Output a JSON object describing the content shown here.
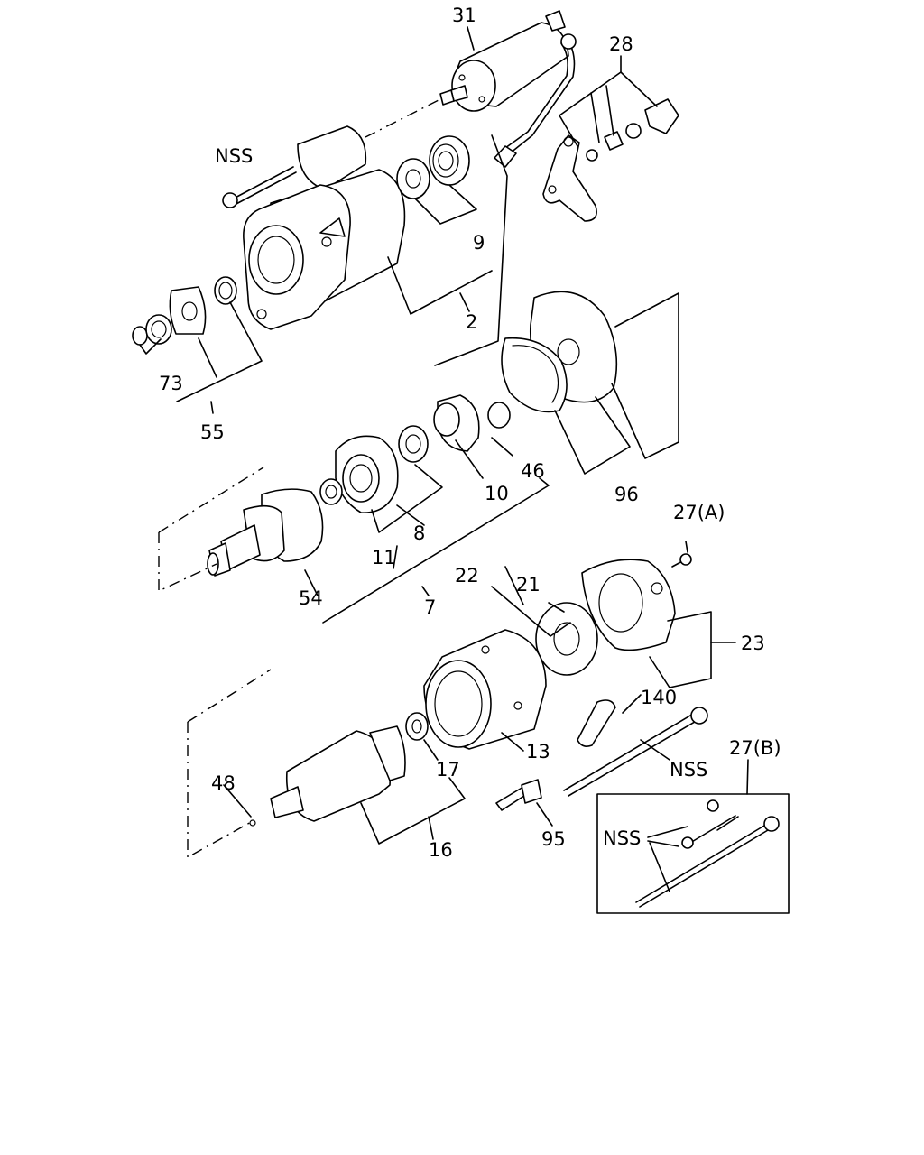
{
  "labels": {
    "l31": "31",
    "l28": "28",
    "lnss_top": "NSS",
    "l9": "9",
    "l2": "2",
    "l73": "73",
    "l55": "55",
    "l46": "46",
    "l10": "10",
    "l96": "96",
    "l8": "8",
    "l11": "11",
    "l7": "7",
    "l54": "54",
    "l27a": "27(A)",
    "l22": "22",
    "l21": "21",
    "l23": "23",
    "l140": "140",
    "l13": "13",
    "l17": "17",
    "l48": "48",
    "l16": "16",
    "lnss_bolt": "NSS",
    "l95": "95",
    "l27b": "27(B)",
    "lnss_box": "NSS"
  }
}
